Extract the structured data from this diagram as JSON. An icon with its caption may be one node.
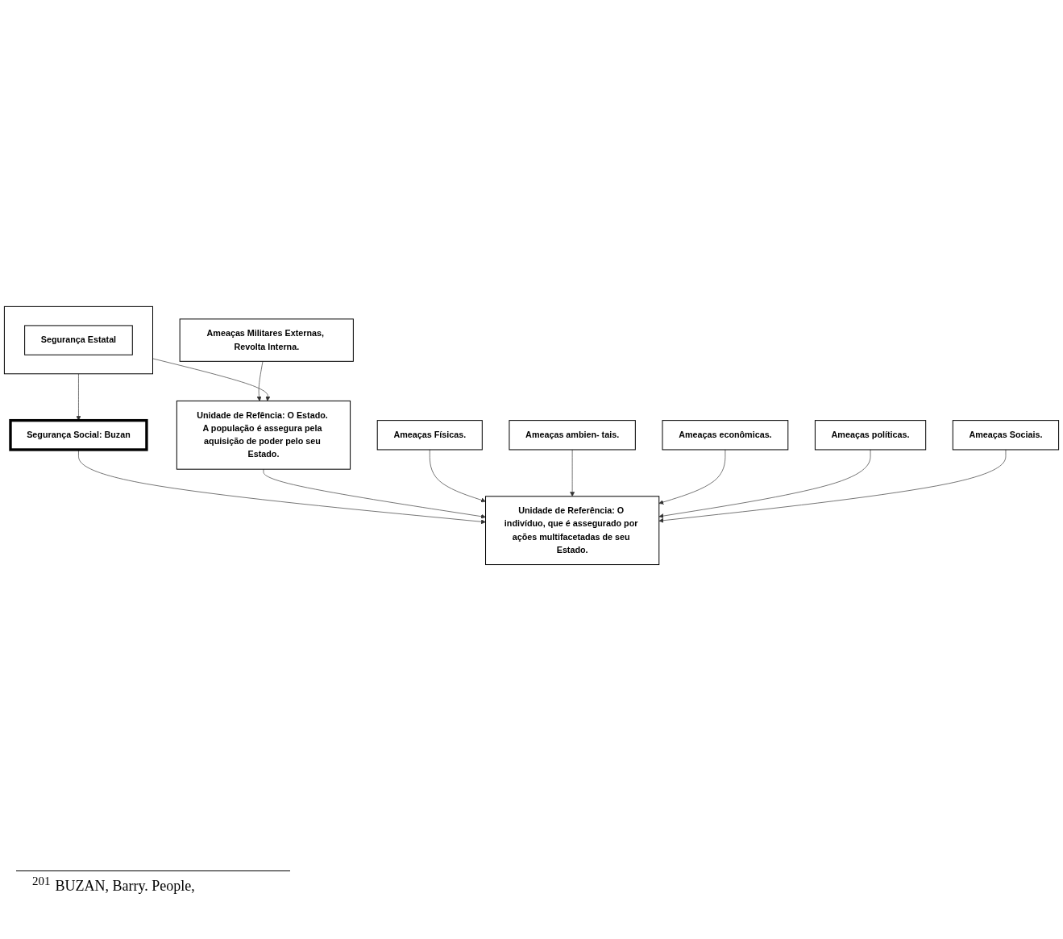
{
  "diagram": {
    "nodes": [
      {
        "text": [],
        "shape": "box"
      },
      {
        "text": [
          "Segurança Estatal"
        ],
        "in": 0
      },
      {
        "text": [
          "Unidade de Refência: O Estado. A população é assegura pela aquisição de poder pelo seu Estado."
        ]
      },
      {
        "text": [
          "Ameaças Militares Externas, Revolta Interna."
        ]
      },
      {
        "text": [
          "Segurança Social: Buzan"
        ]
      },
      {
        "text": [
          "Unidade de Referência: O indivíduo, que é assegurado por ações multifacetadas de seu Estado."
        ]
      },
      {
        "text": [
          "Ameaças Físicas."
        ]
      },
      {
        "text": [
          "Ameaças ambien- tais."
        ]
      },
      {
        "text": [
          "Ameaças econômicas."
        ]
      },
      {
        "text": [
          "Ameaças políticas."
        ]
      },
      {
        "text": [
          "Ameaças Sociais."
        ]
      }
    ],
    "edges": [
      {
        "from": 0,
        "to": 2,
        "arrow": "to"
      },
      {
        "from": 0,
        "to": 4,
        "arrow": "to"
      },
      {
        "from": 4,
        "to": 5,
        "arrow": "to"
      },
      {
        "from": 2,
        "to": 5,
        "arrow": "to"
      },
      {
        "from": 6,
        "to": 5,
        "arrow": "to"
      },
      {
        "from": 3,
        "to": 2,
        "arrow": "to"
      },
      {
        "from": 7,
        "to": 5,
        "arrow": "to"
      },
      {
        "from": 8,
        "to": 5,
        "arrow": "to"
      },
      {
        "from": 9,
        "to": 5,
        "arrow": "to"
      },
      {
        "from": 10,
        "to": 5,
        "arrow": "to"
      }
    ],
    "labels": [
      "201",
      "BUZAN, Barry. People,"
    ]
  }
}
